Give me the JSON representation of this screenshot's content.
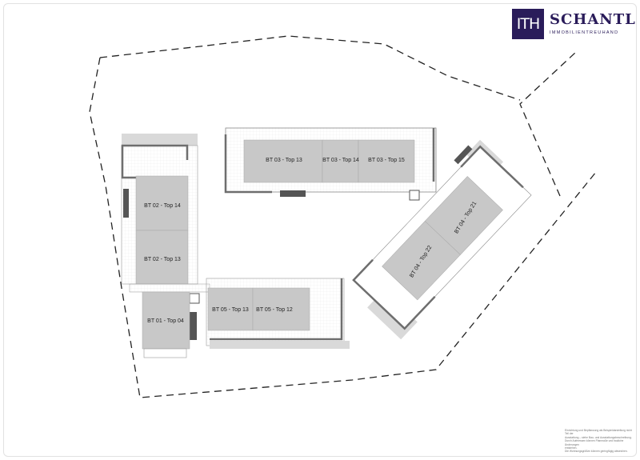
{
  "logo": {
    "mark": "ITH",
    "name": "SCHANTL",
    "subtitle": "IMMOBILIENTREUHAND"
  },
  "units": {
    "bt03_top13": "BT 03 - Top 13",
    "bt03_top14": "BT 03 - Top 14",
    "bt03_top15": "BT 03 - Top 15",
    "bt02_top14": "BT 02 - Top 14",
    "bt02_top13": "BT 02 - Top 13",
    "bt01_top04": "BT 01 - Top 04",
    "bt05_top13": "BT 05 - Top 13",
    "bt05_top12": "BT 05 - Top 12",
    "bt04_top22": "BT 04 - Top 22",
    "bt04_top21": "BT 04 - Top 21"
  },
  "disclaimer": [
    "Einrichtung und Bepflanzung als Beispieldarstellung nicht Teil der",
    "Ausstattung – siehe Bau- und Ausstattungsbeschreibung.",
    "Durch Aufmessen können Planmaße und bauliche Änderungen",
    "entstehen.",
    "Die Wohnungsgrößen können geringfügig abweichen."
  ],
  "colors": {
    "unit": "#c8c8c8",
    "wall": "#6e6e6e",
    "terrace": "#d9d9d9",
    "brand": "#2a1c5a"
  }
}
